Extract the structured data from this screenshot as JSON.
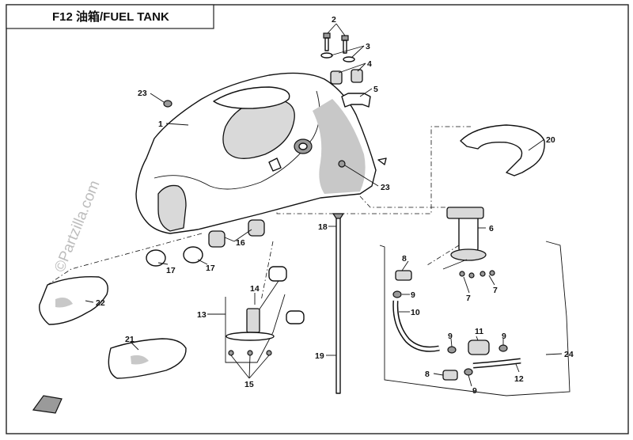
{
  "title": "F12 油箱/FUEL TANK",
  "watermark": "©Partzilla.com",
  "colors": {
    "line": "#111111",
    "shade": "#c8c8c8",
    "background": "#ffffff",
    "watermark": "#bdbdbd"
  },
  "callouts": [
    {
      "id": "c1",
      "label": "1"
    },
    {
      "id": "c2",
      "label": "2"
    },
    {
      "id": "c3",
      "label": "3"
    },
    {
      "id": "c4",
      "label": "4"
    },
    {
      "id": "c5",
      "label": "5"
    },
    {
      "id": "c6",
      "label": "6"
    },
    {
      "id": "c7a",
      "label": "7"
    },
    {
      "id": "c7b",
      "label": "7"
    },
    {
      "id": "c8a",
      "label": "8"
    },
    {
      "id": "c8b",
      "label": "8"
    },
    {
      "id": "c9a",
      "label": "9"
    },
    {
      "id": "c9b",
      "label": "9"
    },
    {
      "id": "c9c",
      "label": "9"
    },
    {
      "id": "c9d",
      "label": "9"
    },
    {
      "id": "c10",
      "label": "10"
    },
    {
      "id": "c11",
      "label": "11"
    },
    {
      "id": "c12",
      "label": "12"
    },
    {
      "id": "c13",
      "label": "13"
    },
    {
      "id": "c14",
      "label": "14"
    },
    {
      "id": "c15",
      "label": "15"
    },
    {
      "id": "c16",
      "label": "16"
    },
    {
      "id": "c17a",
      "label": "17"
    },
    {
      "id": "c17b",
      "label": "17"
    },
    {
      "id": "c18",
      "label": "18"
    },
    {
      "id": "c19",
      "label": "19"
    },
    {
      "id": "c20",
      "label": "20"
    },
    {
      "id": "c21",
      "label": "21"
    },
    {
      "id": "c22",
      "label": "22"
    },
    {
      "id": "c23a",
      "label": "23"
    },
    {
      "id": "c23b",
      "label": "23"
    },
    {
      "id": "c24",
      "label": "24"
    }
  ]
}
